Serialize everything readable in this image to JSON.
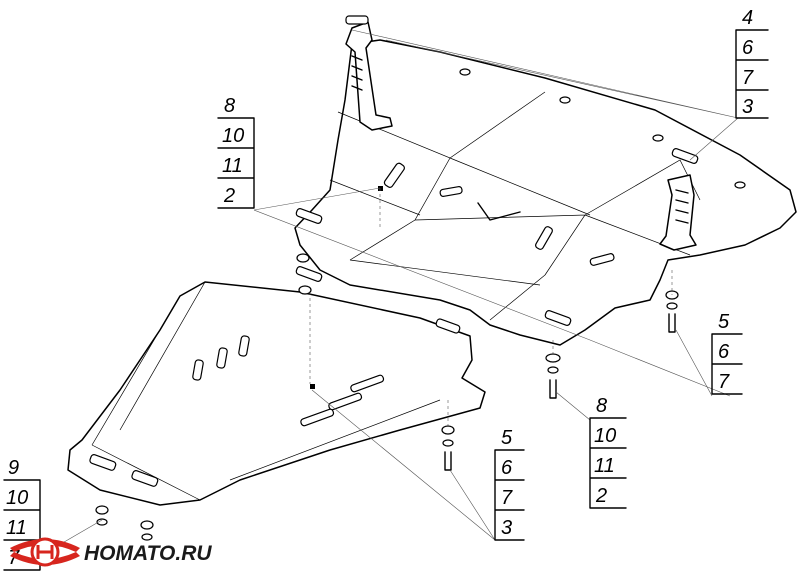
{
  "callouts": {
    "top_right": [
      "4",
      "6",
      "7",
      "3"
    ],
    "mid_left": [
      "8",
      "10",
      "11",
      "2"
    ],
    "right_bolt": [
      "5",
      "6",
      "7"
    ],
    "center_bottom": [
      "8",
      "10",
      "11",
      "2"
    ],
    "bottom_mid": [
      "5",
      "6",
      "7",
      "3"
    ],
    "bottom_left": [
      "9",
      "10",
      "11",
      "7"
    ]
  },
  "logo": {
    "text": "HOMATO.RU"
  }
}
